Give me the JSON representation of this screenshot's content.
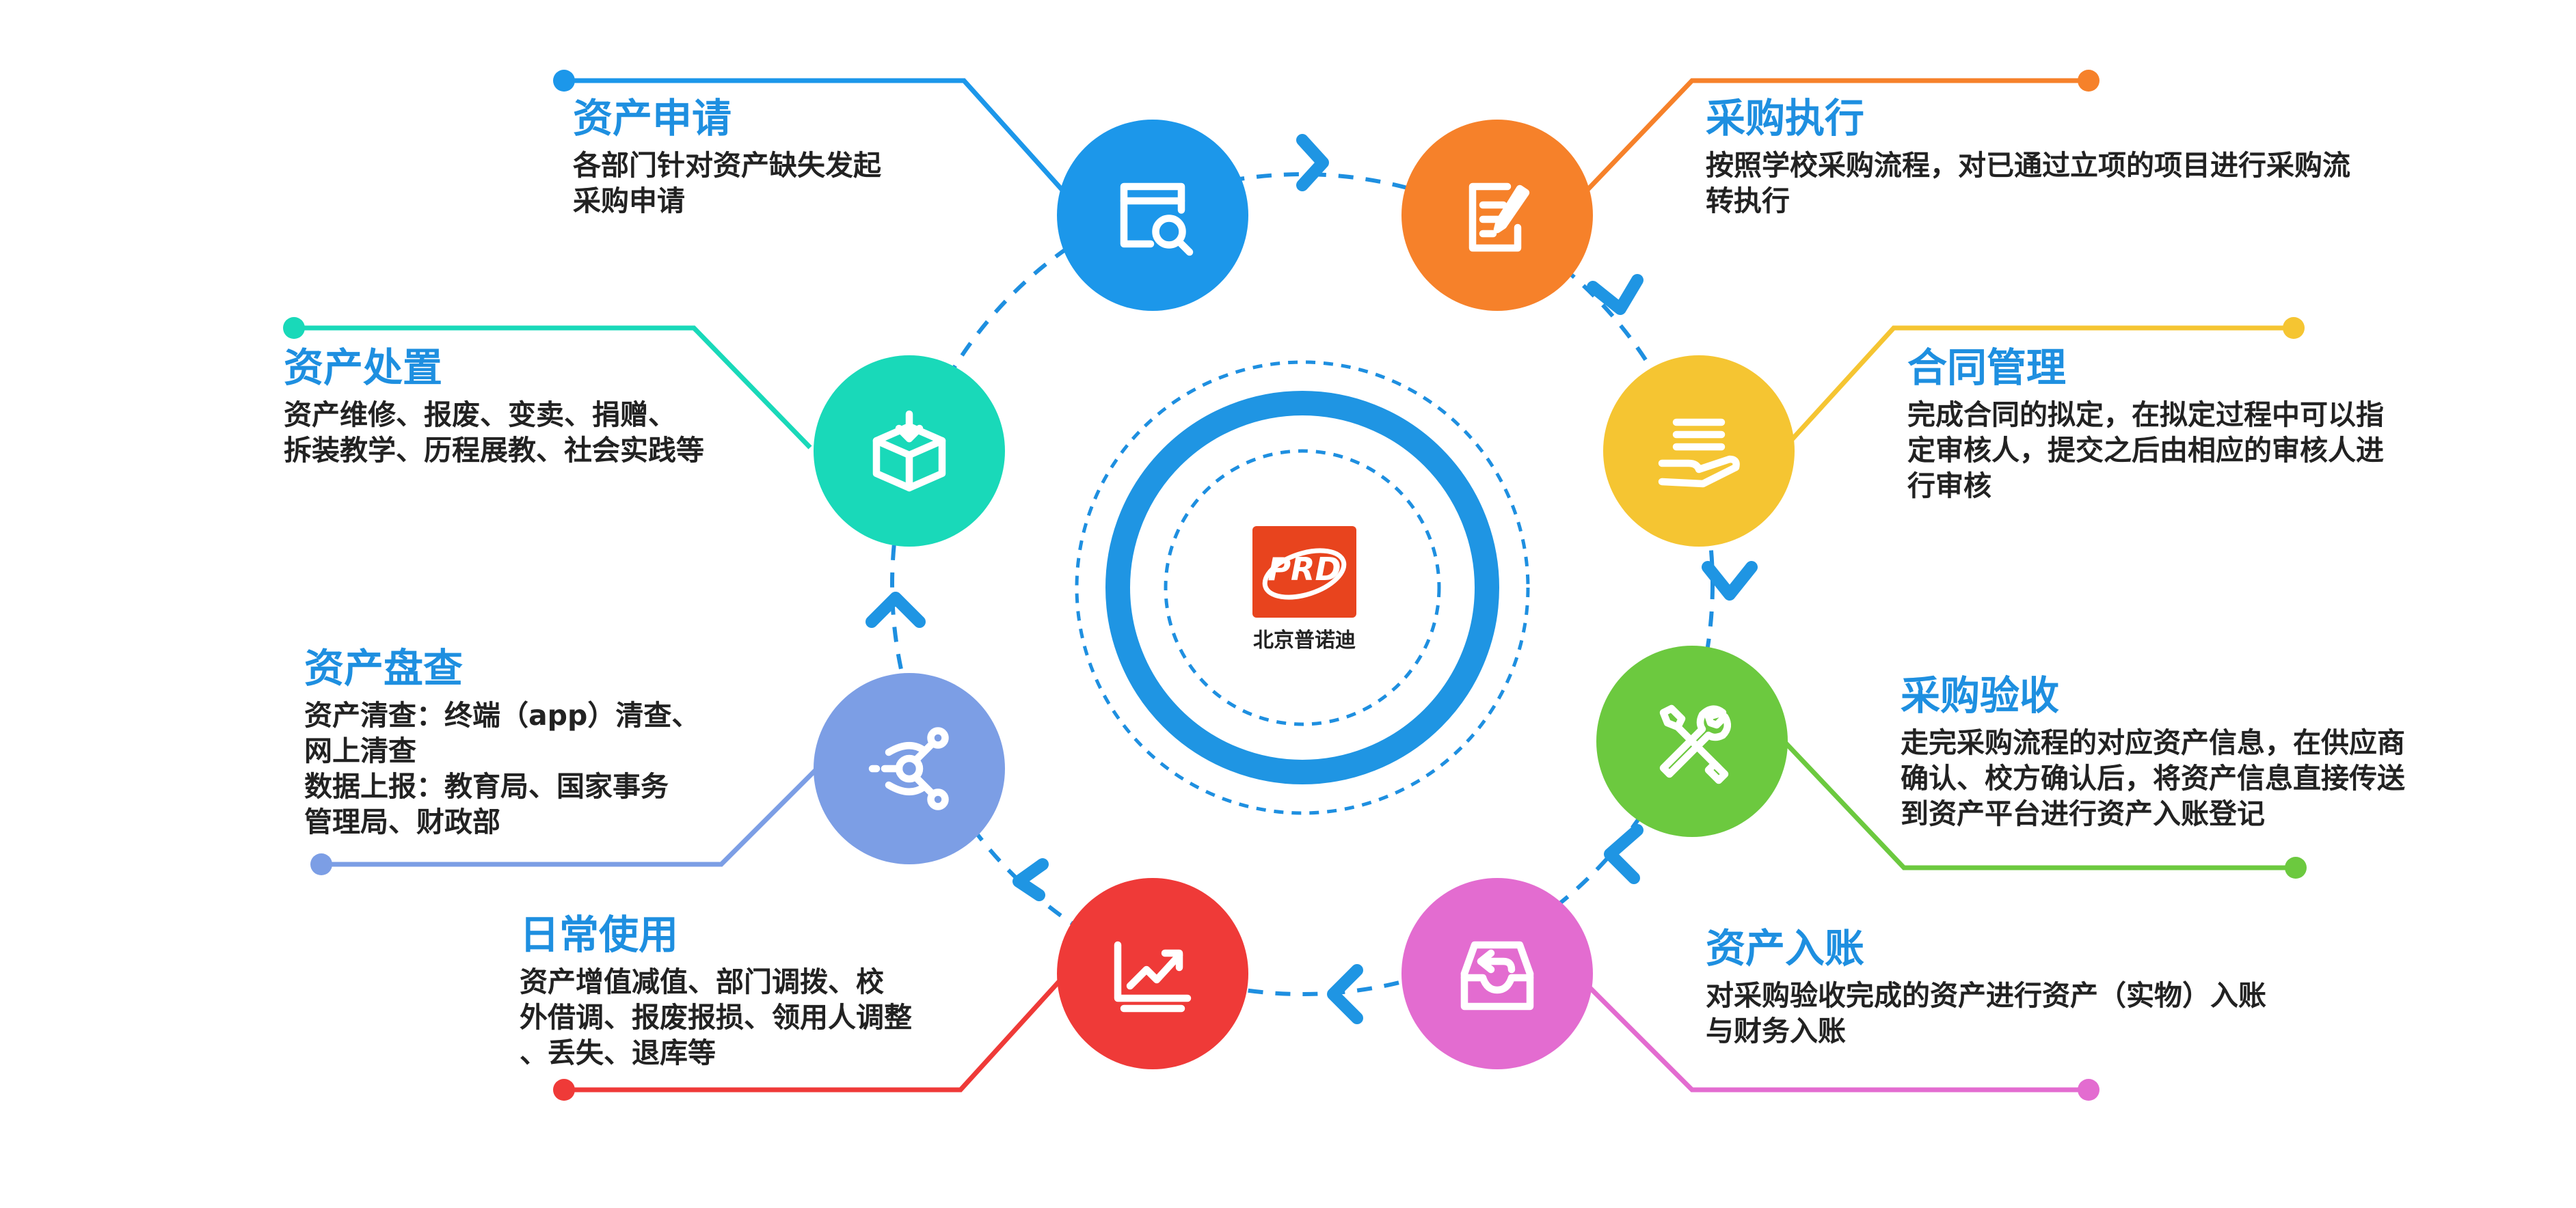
{
  "center": {
    "logo_text": "PRD",
    "caption": "北京普诺迪"
  },
  "stages": {
    "apply": {
      "title": "资产申请",
      "lines": [
        "各部门针对资产缺失发起",
        "采购申请"
      ],
      "color": "#1c97ea",
      "icon": "search-box-icon"
    },
    "execute": {
      "title": "采购执行",
      "lines": [
        "按照学校采购流程，对已通过立项的项目进行采购流",
        "转执行"
      ],
      "color": "#f6812a",
      "icon": "edit-document-icon"
    },
    "contract": {
      "title": "合同管理",
      "lines": [
        "完成合同的拟定，在拟定过程中可以指",
        "定审核人，提交之后由相应的审核人进",
        "行审核"
      ],
      "color": "#f5c532",
      "icon": "hand-document-icon"
    },
    "accept": {
      "title": "采购验收",
      "lines": [
        "走完采购流程的对应资产信息，在供应商",
        "确认、校方确认后，将资产信息直接传送",
        "到资产平台进行资产入账登记"
      ],
      "color": "#6cc93f",
      "icon": "tools-icon"
    },
    "booking": {
      "title": "资产入账",
      "lines": [
        "对采购验收完成的资产进行资产（实物）入账",
        "与财务入账"
      ],
      "color": "#e36cd0",
      "icon": "inbox-icon"
    },
    "daily": {
      "title": "日常使用",
      "lines": [
        "资产增值减值、部门调拨、校",
        "外借调、报废报损、领用人调整",
        "、丢失、退库等"
      ],
      "color": "#ef3a38",
      "icon": "trend-chart-icon"
    },
    "inventory": {
      "title": "资产盘查",
      "lines": [
        "资产清查：终端（app）清查、",
        "网上清查",
        "数据上报：教育局、国家事务",
        "管理局、财政部"
      ],
      "color": "#7c9ee5",
      "icon": "network-hub-icon"
    },
    "disposal": {
      "title": "资产处置",
      "lines": [
        "资产维修、报废、变卖、捐赠、",
        "拆装教学、历程展教、社会实践等"
      ],
      "color": "#19d9b9",
      "icon": "box-download-icon"
    }
  }
}
